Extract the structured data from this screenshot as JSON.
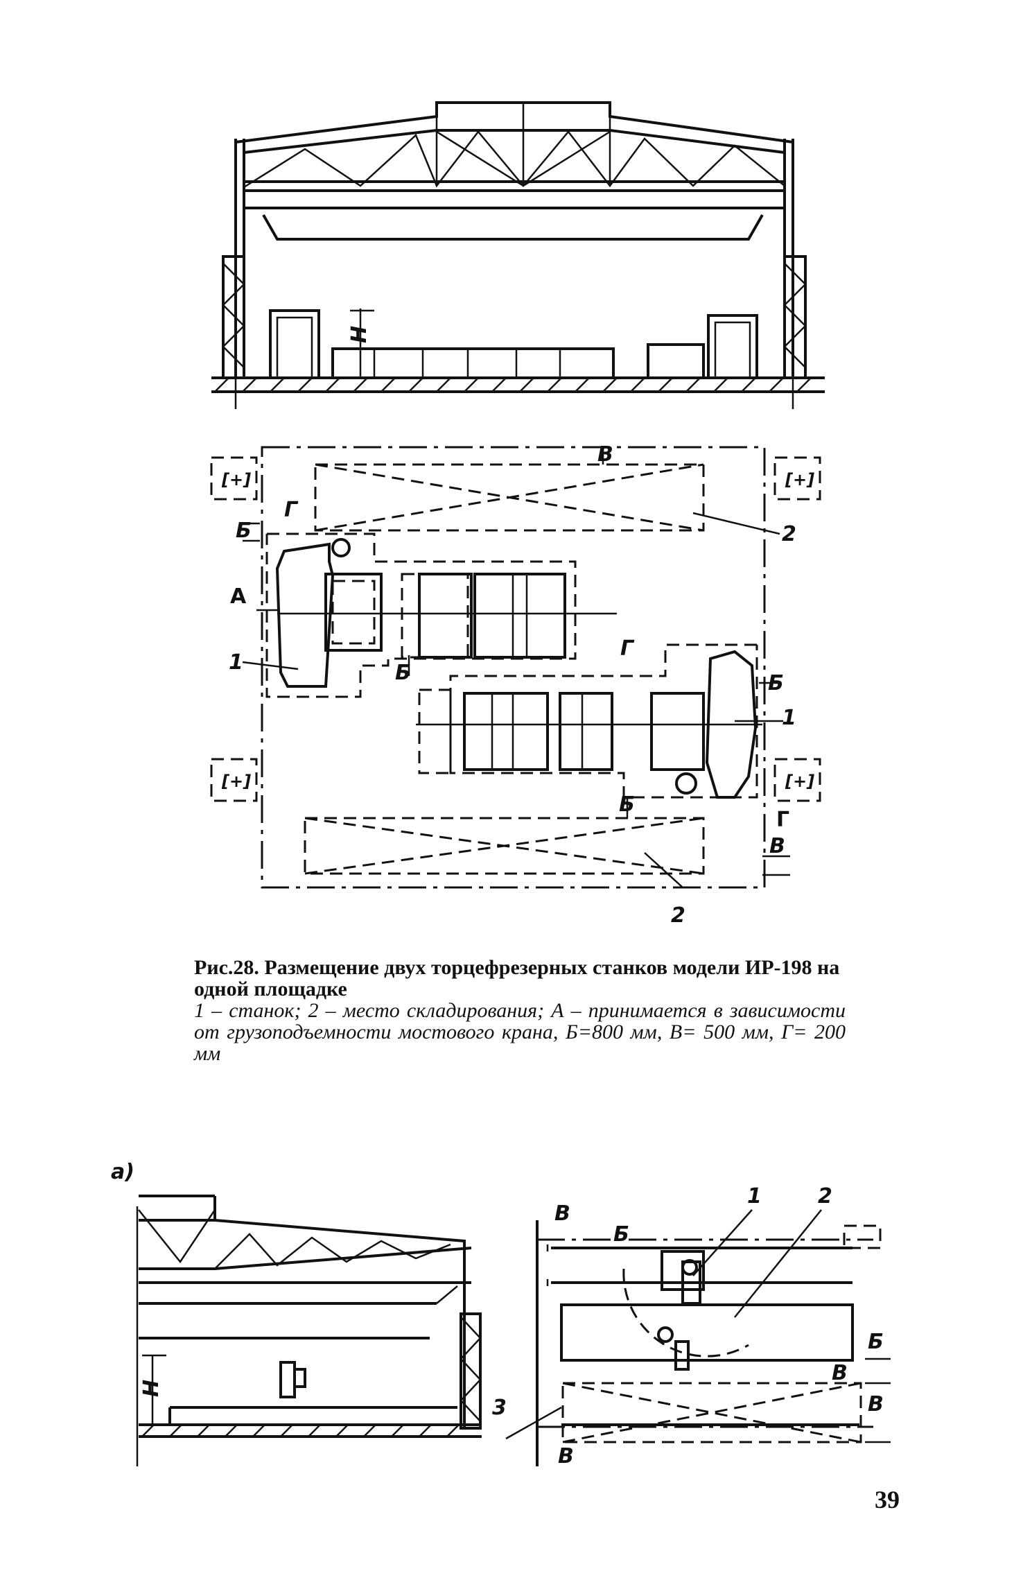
{
  "figure_top": {
    "height_label": "H",
    "label_A": "А",
    "label_B": "Б",
    "label_V": "В",
    "label_G": "Г",
    "item_1": "1",
    "item_2": "2"
  },
  "caption": {
    "title": "Рис.28. Размещение двух торцефрезерных станков модели ИР-198 на одной площадке",
    "legend": "1 – станок; 2 – место складирования; А – принимается в зависимости от грузоподъемности мостового крана, Б=800 мм, В= 500 мм, Г= 200 мм"
  },
  "figure_bottom": {
    "part_label": "а)",
    "height_label": "H",
    "item_1": "1",
    "item_2": "2",
    "item_3": "3",
    "label_B": "Б",
    "label_V": "В"
  },
  "page_number": "39"
}
